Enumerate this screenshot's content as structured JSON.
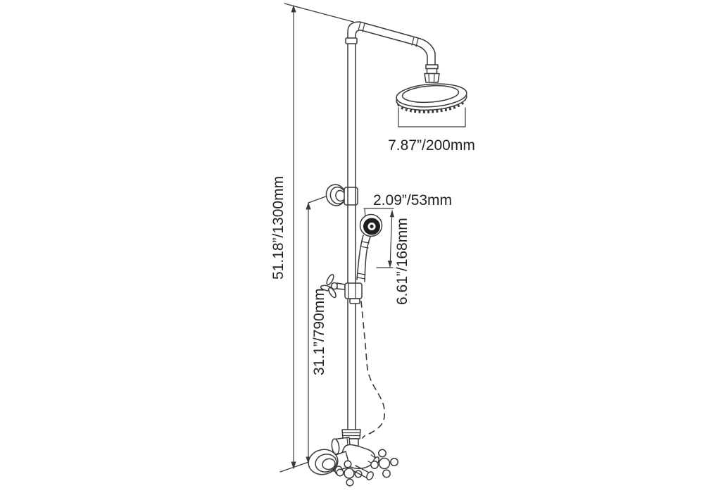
{
  "diagram": {
    "type": "product-dimension-line-drawing",
    "subject": "wall-mounted-shower-system",
    "colors": {
      "background": "#ffffff",
      "line": "#3a3a3a",
      "text": "#222222",
      "hand_shower_face": "#1e1e1e"
    },
    "dimensions": {
      "head_diameter": "7.87”/200mm",
      "hand_shower_width": "2.09”/53mm",
      "hand_shower_length": "6.61”/168mm",
      "total_height": "51.18”/1300mm",
      "lower_height": "31.1”/790mm"
    }
  }
}
